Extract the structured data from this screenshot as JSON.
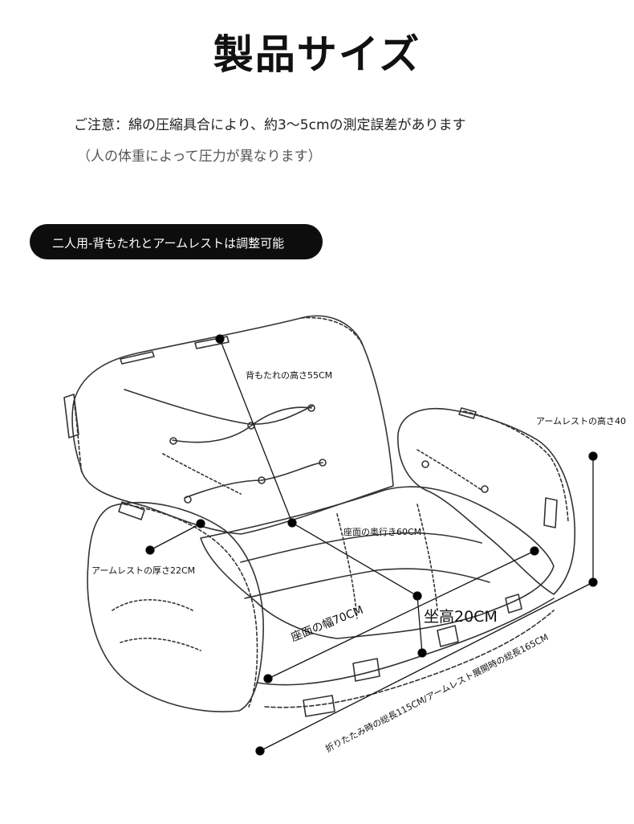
{
  "title": "製品サイズ",
  "notes": {
    "line1": "ご注意：綿の圧縮具合により、約3〜5cmの測定誤差があります",
    "line2": "（人の体重によって圧力が異なります）"
  },
  "badge": {
    "text": "二人用-背もたれとアームレストは調整可能"
  },
  "dimensions": {
    "backrest_height": "背もたれの高さ55CM",
    "armrest_height": "アームレストの高さ40",
    "seat_depth": "座面の奥行き60CM",
    "armrest_thickness": "アームレストの厚さ22CM",
    "seat_height": "坐高20CM",
    "seat_width": "座面の幅70CM",
    "total_length": "折りたたみ時の総長115CM/アームレスト展開時の総長165CM"
  }
}
